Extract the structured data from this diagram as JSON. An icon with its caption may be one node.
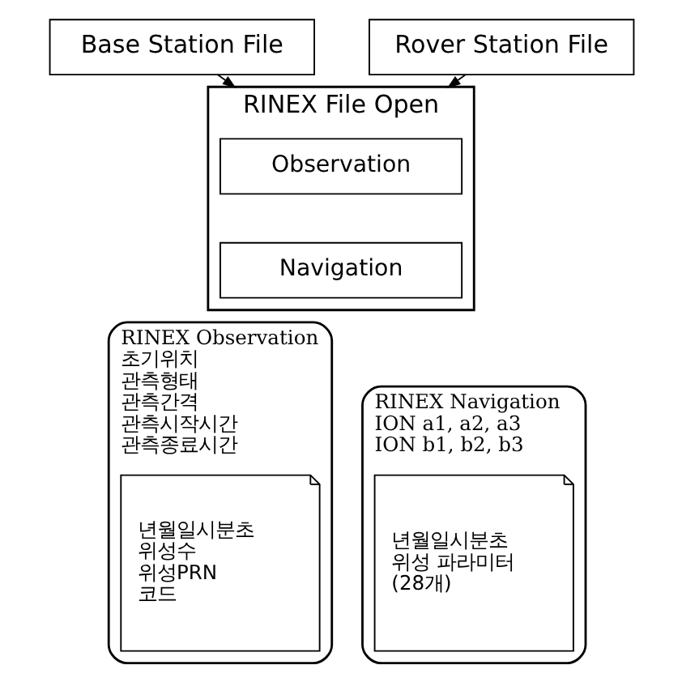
{
  "diagram": {
    "nodes": [
      {
        "text": [
          "Base Station File"
        ]
      },
      {
        "text": [
          "Rover Station File"
        ]
      },
      {
        "text": [
          "RINEX File Open"
        ]
      },
      {
        "text": [
          "Observation"
        ],
        "in": 2
      },
      {
        "text": [
          "Navigation"
        ],
        "in": 2
      },
      {
        "text": [
          "RINEX Observation",
          "초기위치",
          "관측형태",
          "관측간격",
          "관측시작시간",
          "관측종료시간"
        ]
      },
      {
        "text": [
          "년월일시분초",
          "위성수",
          "위성PRN",
          "코드"
        ],
        "in": 5
      },
      {
        "text": [
          "RINEX Navigation",
          "ION a1, a2, a3",
          "ION b1, b2, b3"
        ]
      },
      {
        "text": [
          "년월일시분초",
          "위성 파라미터",
          "(28개)"
        ],
        "in": 7
      }
    ],
    "edges": [
      {
        "from": 0,
        "to": 2,
        "arrow": "to"
      },
      {
        "from": 1,
        "to": 2,
        "arrow": "to"
      }
    ]
  }
}
